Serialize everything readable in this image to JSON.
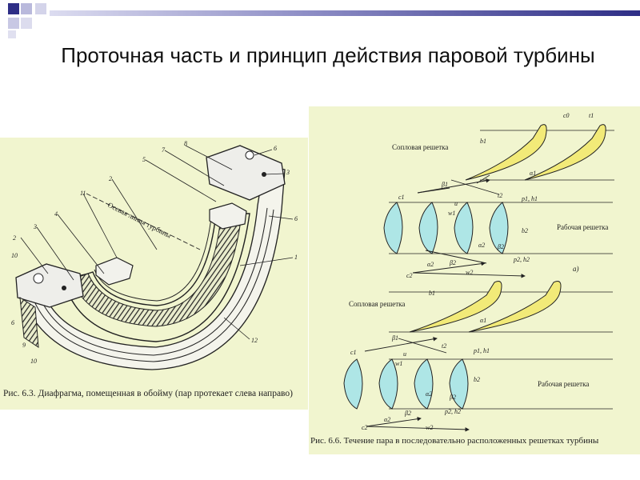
{
  "slide": {
    "title": "Проточная часть и принцип действия паровой турбины"
  },
  "left_figure": {
    "caption": "Рис. 6.3. Диафрагма, помещенная в обойму (пар протекает слева направо)",
    "axis_label": "Осевая линия турбины",
    "part_numbers": [
      "1",
      "2",
      "3",
      "4",
      "5",
      "6",
      "7",
      "8",
      "9",
      "10",
      "11",
      "12"
    ]
  },
  "right_figure": {
    "caption": "Рис. 6.6. Течение пара в последовательно расположенных решетках турбины",
    "nozzle_label": "Сопловая решетка",
    "rotor_label": "Рабочая решетка",
    "variant_a": "а)",
    "symbols": [
      "c0",
      "t1",
      "b1",
      "α1",
      "β1",
      "c1",
      "u",
      "w1",
      "t2",
      "p1, h1",
      "b2",
      "β2",
      "α2",
      "c2",
      "w2",
      "p2, h2"
    ]
  },
  "colors": {
    "panel_bg": "#f1f5cf",
    "nozzle_blade": "#f2ea78",
    "rotor_blade": "#aee6e6",
    "topbar_dark": "#2e2e86"
  }
}
